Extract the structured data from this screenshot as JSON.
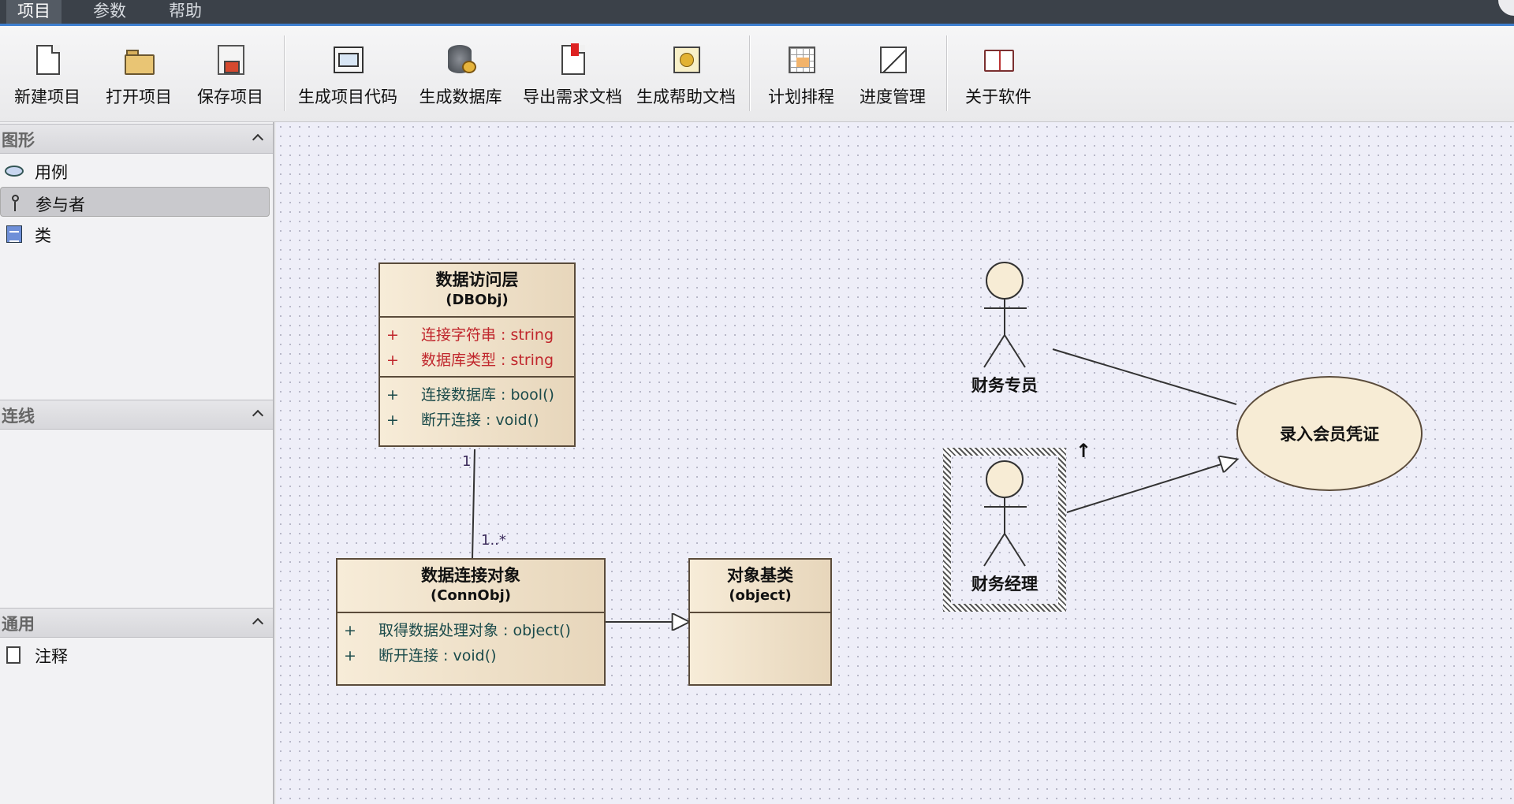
{
  "menubar": {
    "items": [
      "项目",
      "参数",
      "帮助"
    ]
  },
  "toolbar": {
    "buttons": [
      {
        "label": "新建项目",
        "icon": "new-document-icon"
      },
      {
        "label": "打开项目",
        "icon": "open-folder-icon"
      },
      {
        "label": "保存项目",
        "icon": "save-disk-icon"
      },
      {
        "label": "生成项目代码",
        "icon": "generate-code-icon"
      },
      {
        "label": "生成数据库",
        "icon": "database-icon"
      },
      {
        "label": "导出需求文档",
        "icon": "export-document-icon"
      },
      {
        "label": "生成帮助文档",
        "icon": "help-document-icon"
      },
      {
        "label": "计划排程",
        "icon": "schedule-grid-icon"
      },
      {
        "label": "进度管理",
        "icon": "progress-chart-icon"
      },
      {
        "label": "关于软件",
        "icon": "about-book-icon"
      }
    ]
  },
  "left_panel": {
    "sections": [
      {
        "title": "图形",
        "items": [
          {
            "label": "用例",
            "icon": "use-case-oval-icon"
          },
          {
            "label": "参与者",
            "icon": "actor-icon",
            "selected": true
          },
          {
            "label": "类",
            "icon": "class-icon"
          }
        ]
      },
      {
        "title": "连线",
        "items": []
      },
      {
        "title": "通用",
        "items": [
          {
            "label": "注释",
            "icon": "note-icon"
          }
        ]
      }
    ]
  },
  "diagram": {
    "classes": [
      {
        "name": "数据访问层",
        "alias": "(DBObj)",
        "attributes": [
          {
            "vis": "+",
            "text": "连接字符串 : string"
          },
          {
            "vis": "+",
            "text": "数据库类型 : string"
          }
        ],
        "operations": [
          {
            "vis": "+",
            "text": "连接数据库 : bool()"
          },
          {
            "vis": "+",
            "text": "断开连接 : void()"
          }
        ]
      },
      {
        "name": "数据连接对象",
        "alias": "(ConnObj)",
        "operations": [
          {
            "vis": "+",
            "text": "取得数据处理对象 : object()"
          },
          {
            "vis": "+",
            "text": "断开连接 : void()"
          }
        ]
      },
      {
        "name": "对象基类",
        "alias": "(object)"
      }
    ],
    "association": {
      "source_multiplicity": "1",
      "target_multiplicity": "1..*"
    },
    "actors": [
      "财务专员",
      "财务经理"
    ],
    "use_case": "录入会员凭证",
    "colors": {
      "class_fill": "#f2e4cc",
      "attribute_text": "#c0262c",
      "operation_text": "#1a4a4a",
      "menu_accent": "#3f7fcf"
    }
  }
}
